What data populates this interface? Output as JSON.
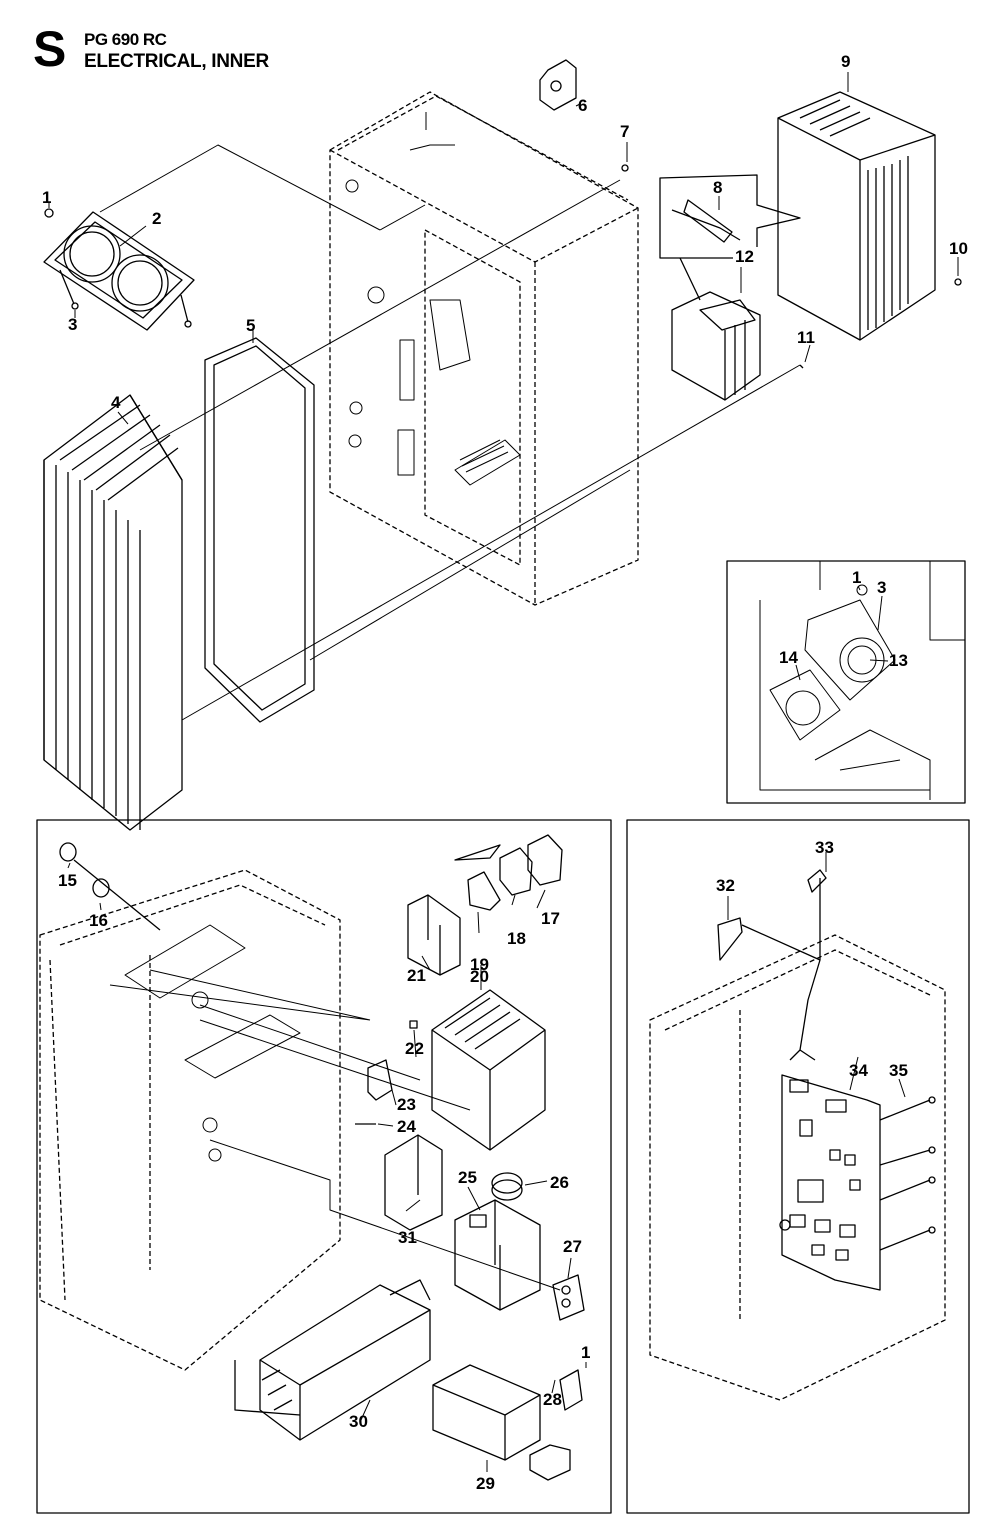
{
  "header": {
    "section_letter": "S",
    "model": "PG 690 RC",
    "title": "ELECTRICAL, INNER"
  },
  "callouts": [
    {
      "id": "c1a",
      "label": "1"
    },
    {
      "id": "c2",
      "label": "2"
    },
    {
      "id": "c3a",
      "label": "3"
    },
    {
      "id": "c4",
      "label": "4"
    },
    {
      "id": "c5",
      "label": "5"
    },
    {
      "id": "c6",
      "label": "6"
    },
    {
      "id": "c7",
      "label": "7"
    },
    {
      "id": "c8",
      "label": "8"
    },
    {
      "id": "c9",
      "label": "9"
    },
    {
      "id": "c10",
      "label": "10"
    },
    {
      "id": "c11",
      "label": "11"
    },
    {
      "id": "c12",
      "label": "12"
    },
    {
      "id": "c1b",
      "label": "1"
    },
    {
      "id": "c3b",
      "label": "3"
    },
    {
      "id": "c13",
      "label": "13"
    },
    {
      "id": "c14",
      "label": "14"
    },
    {
      "id": "c15",
      "label": "15"
    },
    {
      "id": "c16",
      "label": "16"
    },
    {
      "id": "c17",
      "label": "17"
    },
    {
      "id": "c18",
      "label": "18"
    },
    {
      "id": "c19",
      "label": "19"
    },
    {
      "id": "c20",
      "label": "20"
    },
    {
      "id": "c21",
      "label": "21"
    },
    {
      "id": "c22",
      "label": "22"
    },
    {
      "id": "c23",
      "label": "23"
    },
    {
      "id": "c24",
      "label": "24"
    },
    {
      "id": "c25",
      "label": "25"
    },
    {
      "id": "c26",
      "label": "26"
    },
    {
      "id": "c27",
      "label": "27"
    },
    {
      "id": "c31",
      "label": "31"
    },
    {
      "id": "c1c",
      "label": "1"
    },
    {
      "id": "c28",
      "label": "28"
    },
    {
      "id": "c29",
      "label": "29"
    },
    {
      "id": "c30",
      "label": "30"
    },
    {
      "id": "c32",
      "label": "32"
    },
    {
      "id": "c33",
      "label": "33"
    },
    {
      "id": "c34",
      "label": "34"
    },
    {
      "id": "c35",
      "label": "35"
    }
  ]
}
